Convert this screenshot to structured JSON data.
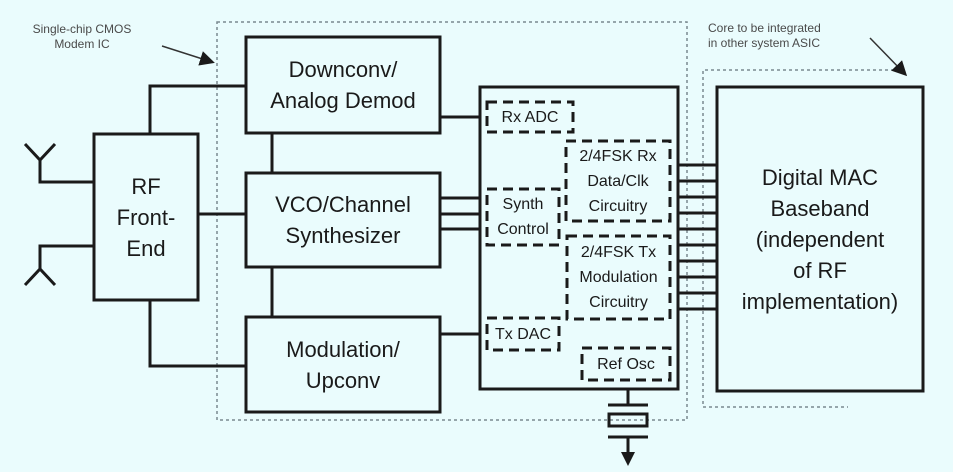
{
  "annotations": {
    "modem_ic": [
      "Single-chip CMOS",
      "Modem IC"
    ],
    "core": [
      "Core to be integrated",
      "in other system ASIC"
    ]
  },
  "blocks": {
    "rf_front_end": [
      "RF",
      "Front-",
      "End"
    ],
    "downconv": [
      "Downconv/",
      "Analog Demod"
    ],
    "vco": [
      "VCO/Channel",
      "Synthesizer"
    ],
    "modulation": [
      "Modulation/",
      "Upconv"
    ],
    "digital_mac": [
      "Digital MAC",
      "Baseband",
      "(independent",
      "of RF",
      "implementation)"
    ]
  },
  "sub_blocks": {
    "rx_adc": [
      "Rx ADC"
    ],
    "synth_control": [
      "Synth",
      "Control"
    ],
    "fsk_rx": [
      "2/4FSK Rx",
      "Data/Clk",
      "Circuitry"
    ],
    "fsk_tx": [
      "2/4FSK Tx",
      "Modulation",
      "Circuitry"
    ],
    "tx_dac": [
      "Tx DAC"
    ],
    "ref_osc": [
      "Ref Osc"
    ]
  },
  "colors": {
    "background": "#eafcfd",
    "line": "#1a1a1a",
    "dotted": "#7a8a90"
  }
}
